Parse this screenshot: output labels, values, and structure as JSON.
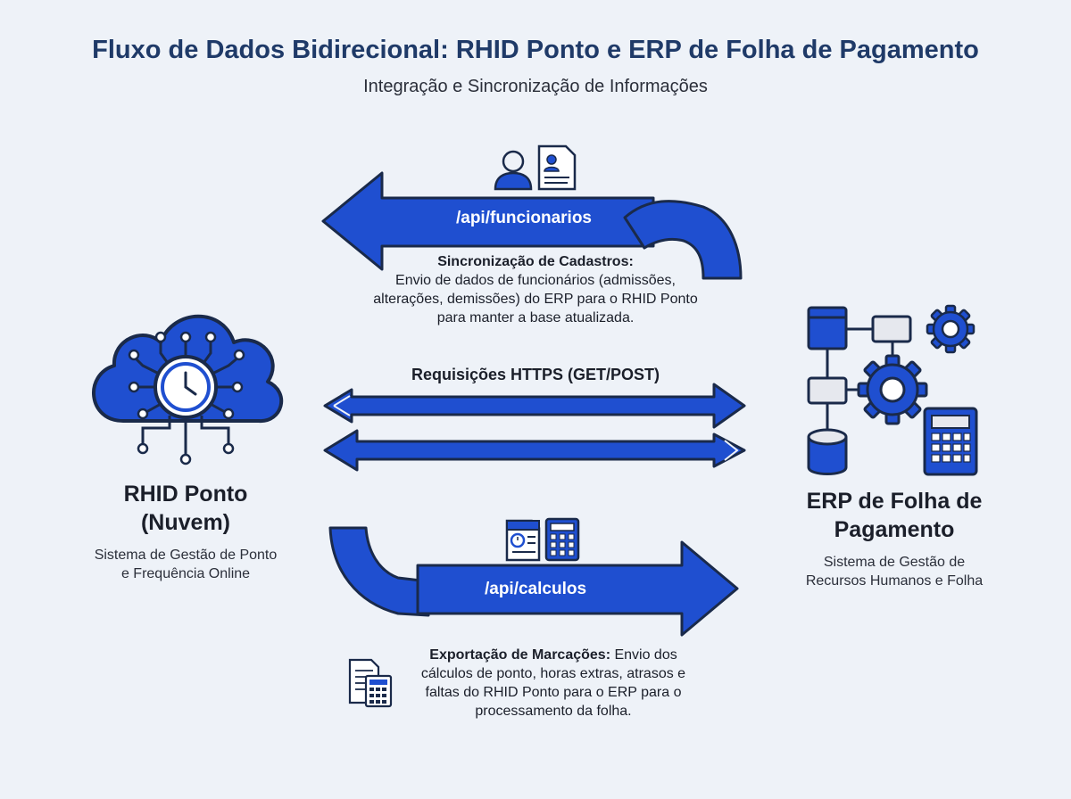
{
  "header": {
    "title": "Fluxo de Dados Bidirecional: RHID Ponto e ERP de Folha de Pagamento",
    "subtitle": "Integração e Sincronização de Informações"
  },
  "top_flow": {
    "endpoint": "/api/funcionarios",
    "heading": "Sincronização de Cadastros:",
    "line1": "Envio de dados de funcionários (admissões,",
    "line2": "alterações, demissões) do ERP para o RHID Ponto",
    "line3": "para manter a base atualizada."
  },
  "middle_flow": {
    "label": "Requisições HTTPS (GET/POST)"
  },
  "bottom_flow": {
    "endpoint": "/api/calculos",
    "heading": "Exportação de Marcações:",
    "line1_rest": " Envio dos",
    "line2": "cálculos de ponto, horas extras, atrasos e",
    "line3": "faltas do RHID Ponto para o ERP para o",
    "line4": "processamento da folha."
  },
  "left_system": {
    "name_line1": "RHID Ponto",
    "name_line2": "(Nuvem)",
    "desc_line1": "Sistema de Gestão de Ponto",
    "desc_line2": "e Frequência Online"
  },
  "right_system": {
    "name_line1": "ERP de Folha de",
    "name_line2": "Pagamento",
    "desc_line1": "Sistema de Gestão de",
    "desc_line2": "Recursos Humanos e Folha"
  },
  "icons": {
    "user": "user-icon",
    "id_card": "employee-record-icon",
    "cloud": "cloud-clock-icon",
    "erp": "erp-workflow-icon",
    "gear": "gear-icon",
    "calculator": "calculator-icon",
    "timesheet": "timesheet-icon",
    "report": "report-calculator-icon"
  },
  "colors": {
    "accent": "#1f4fd0",
    "stroke": "#1a2a4a",
    "title": "#1f3a68",
    "background": "#eef2f8"
  }
}
